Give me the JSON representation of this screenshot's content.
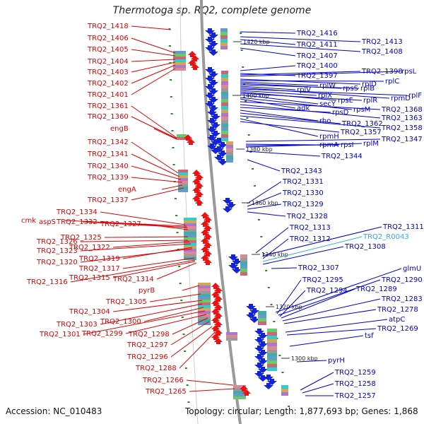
{
  "title": "Thermotoga sp. RQ2, complete genome",
  "footer": {
    "accession": "Accession: NC_010483",
    "topology": "Topology: circular; Length: 1,877,693 bp; Genes: 1,868"
  },
  "colors": {
    "left_labels": "#dd0000",
    "right_labels": "#0000cc",
    "rna_label": "#33aadd",
    "backbone": "#999999",
    "ticks": "#228822"
  },
  "kbp_markers": [
    "1420 kbp",
    "1400 kbp",
    "1380 kbp",
    "1360 kbp",
    "1340 kbp",
    "1320 kbp",
    "1300 kbp"
  ],
  "left_labels": [
    "TRQ2_1418",
    "TRQ2_1406",
    "TRQ2_1405",
    "TRQ2_1404",
    "TRQ2_1403",
    "TRQ2_1402",
    "TRQ2_1401",
    "TRQ2_1361",
    "TRQ2_1360",
    "engB",
    "TRQ2_1342",
    "TRQ2_1341",
    "TRQ2_1340",
    "TRQ2_1339",
    "engA",
    "TRQ2_1337",
    "TRQ2_1334",
    "cmk",
    "aspS",
    "TRQ2_1332",
    "TRQ2_1327",
    "TRQ2_1326",
    "TRQ2_1325",
    "TRQ2_1323",
    "TRQ2_1322",
    "TRQ2_1320",
    "TRQ2_1319",
    "TRQ2_1317",
    "TRQ2_1316",
    "TRQ2_1315",
    "TRQ2_1314",
    "pyrB",
    "TRQ2_1305",
    "TRQ2_1304",
    "TRQ2_1303",
    "TRQ2_1300",
    "TRQ2_1301",
    "TRQ2_1299",
    "TRQ2_1298",
    "TRQ2_1297",
    "TRQ2_1296",
    "TRQ2_1288",
    "TRQ2_1266",
    "TRQ2_1265"
  ],
  "right_labels": [
    "TRQ2_1416",
    "TRQ2_1413",
    "TRQ2_1411",
    "TRQ2_1408",
    "TRQ2_1407",
    "TRQ2_1400",
    "TRQ2_1397",
    "TRQ2_1398",
    "rpsL",
    "rplD",
    "rplC",
    "rplW",
    "rpsS",
    "rplB",
    "rplV",
    "rpmD",
    "rplF",
    "rplX",
    "rpsE",
    "rplR",
    "secY",
    "rpsM",
    "adk",
    "TRQ2_1368",
    "TRQ2_1363",
    "rpsD",
    "rho",
    "TRQ2_1362",
    "TRQ2_1358",
    "rpmH",
    "TRQ2_1357",
    "TRQ2_1347",
    "rpmA",
    "rpsI",
    "rplM",
    "TRQ2_1344",
    "TRQ2_1343",
    "TRQ2_1331",
    "TRQ2_1330",
    "TRQ2_1329",
    "TRQ2_1328",
    "TRQ2_1313",
    "TRQ2_1311",
    "TRQ2_1312",
    "TRQ2_R0043",
    "TRQ2_1308",
    "TRQ2_1307",
    "glmU",
    "TRQ2_1295",
    "TRQ2_1290",
    "TRQ2_1294",
    "TRQ2_1289",
    "TRQ2_1283",
    "TRQ2_1278",
    "atpC",
    "TRQ2_1269",
    "tsf",
    "pyrH",
    "TRQ2_1259",
    "TRQ2_1258",
    "TRQ2_1257"
  ]
}
